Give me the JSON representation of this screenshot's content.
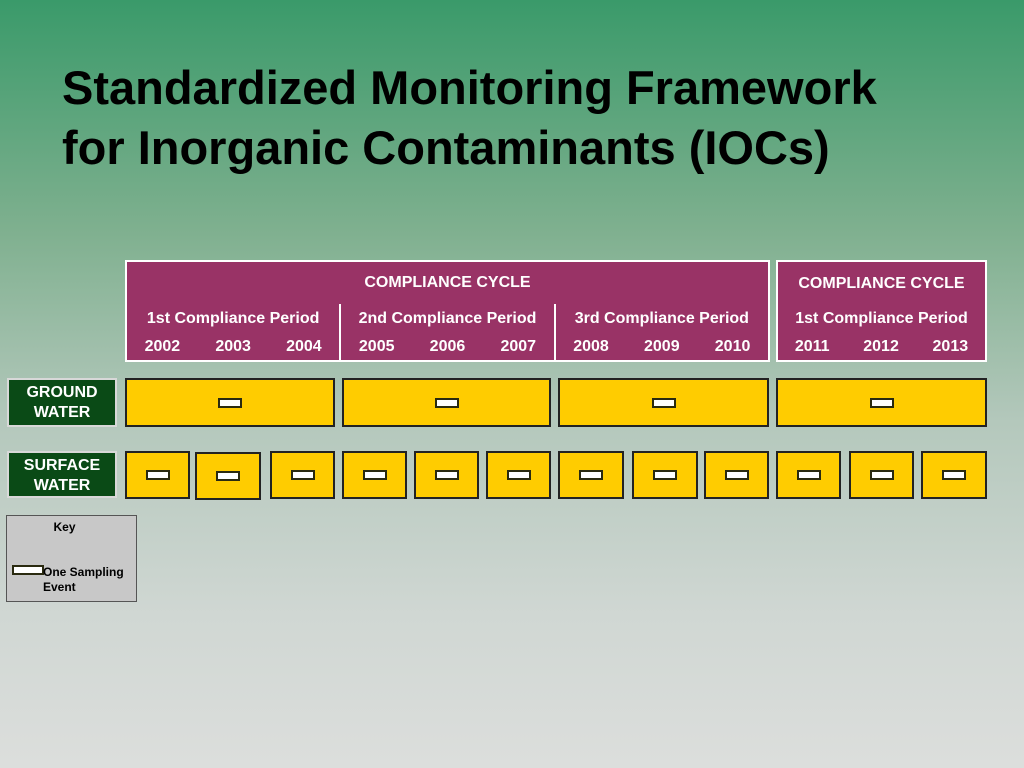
{
  "title": {
    "line1": "Standardized Monitoring Framework",
    "line2": "for Inorganic Contaminants (IOCs)"
  },
  "cycles": [
    {
      "label": "COMPLIANCE CYCLE",
      "periods": [
        {
          "label": "1st Compliance Period",
          "years": [
            "2002",
            "2003",
            "2004"
          ]
        },
        {
          "label": "2nd Compliance Period",
          "years": [
            "2005",
            "2006",
            "2007"
          ]
        },
        {
          "label": "3rd Compliance Period",
          "years": [
            "2008",
            "2009",
            "2010"
          ]
        }
      ]
    },
    {
      "label": "COMPLIANCE CYCLE",
      "periods": [
        {
          "label": "1st Compliance Period",
          "years": [
            "2011",
            "2012",
            "2013"
          ]
        }
      ]
    }
  ],
  "rows": {
    "ground_water": {
      "label_line1": "GROUND",
      "label_line2": "WATER",
      "sampling": "one event per compliance period"
    },
    "surface_water": {
      "label_line1": "SURFACE",
      "label_line2": "WATER",
      "sampling": "one event per year"
    }
  },
  "key": {
    "title": "Key",
    "sampling_line1": "One Sampling",
    "sampling_line2": "Event"
  },
  "colors": {
    "cycle_header": "#993366",
    "sample_box": "#ffcc00",
    "row_label": "#0a4a16"
  }
}
